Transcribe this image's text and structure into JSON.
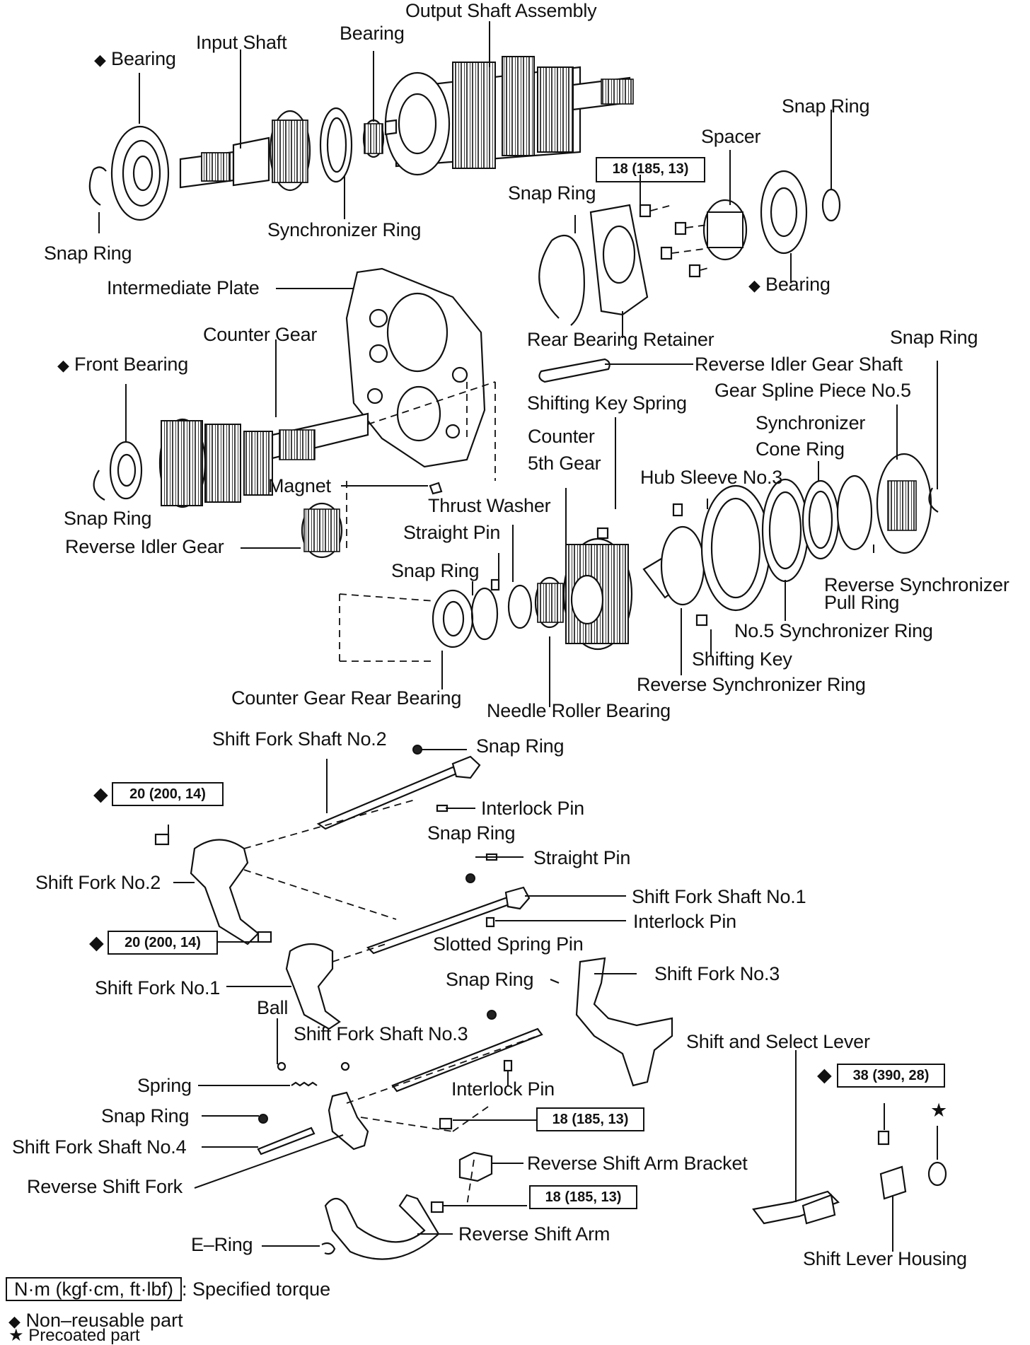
{
  "labels": {
    "output_shaft_assembly": "Output Shaft Assembly",
    "bearing_top": "Bearing",
    "input_shaft": "Input Shaft",
    "bearing_left": "Bearing",
    "snap_ring_tl": "Snap Ring",
    "synchronizer_ring": "Synchronizer Ring",
    "snap_ring_tr": "Snap Ring",
    "spacer": "Spacer",
    "snap_ring_retainer": "Snap Ring",
    "bearing_right": "Bearing",
    "intermediate_plate": "Intermediate Plate",
    "rear_bearing_retainer": "Rear Bearing Retainer",
    "counter_gear": "Counter Gear",
    "front_bearing": "Front Bearing",
    "snap_ring_right": "Snap Ring",
    "reverse_idler_gear_shaft": "Reverse Idler Gear Shaft",
    "gear_spline_piece_no5": "Gear Spline Piece No.5",
    "shifting_key_spring": "Shifting Key Spring",
    "counter_5th_gear_1": "Counter",
    "counter_5th_gear_2": "5th Gear",
    "synchronizer_cone_ring_1": "Synchronizer",
    "synchronizer_cone_ring_2": "Cone Ring",
    "hub_sleeve_no3": "Hub Sleeve No.3",
    "magnet": "Magnet",
    "thrust_washer": "Thrust Washer",
    "snap_ring_counter": "Snap Ring",
    "straight_pin_mid": "Straight Pin",
    "reverse_idler_gear": "Reverse Idler Gear",
    "snap_ring_mid": "Snap Ring",
    "reverse_synchronizer_pull_ring_1": "Reverse Synchronizer",
    "reverse_synchronizer_pull_ring_2": "Pull Ring",
    "no5_synchronizer_ring": "No.5 Synchronizer Ring",
    "shifting_key": "Shifting Key",
    "reverse_synchronizer_ring": "Reverse Synchronizer Ring",
    "counter_gear_rear_bearing": "Counter Gear Rear Bearing",
    "needle_roller_bearing": "Needle Roller Bearing",
    "shift_fork_shaft_no2": "Shift Fork Shaft No.2",
    "snap_ring_fs2": "Snap Ring",
    "interlock_pin_1": "Interlock Pin",
    "snap_ring_fs1": "Snap Ring",
    "straight_pin_fs1": "Straight Pin",
    "shift_fork_no2": "Shift Fork No.2",
    "shift_fork_shaft_no1": "Shift Fork Shaft No.1",
    "interlock_pin_2": "Interlock Pin",
    "slotted_spring_pin": "Slotted Spring Pin",
    "shift_fork_no3": "Shift Fork No.3",
    "snap_ring_fs3": "Snap Ring",
    "shift_fork_no1": "Shift Fork No.1",
    "ball": "Ball",
    "shift_fork_shaft_no3": "Shift Fork Shaft No.3",
    "shift_and_select_lever": "Shift and Select Lever",
    "spring": "Spring",
    "interlock_pin_3": "Interlock Pin",
    "snap_ring_fs4": "Snap Ring",
    "shift_fork_shaft_no4": "Shift Fork Shaft No.4",
    "reverse_shift_arm_bracket": "Reverse Shift Arm Bracket",
    "reverse_shift_fork": "Reverse Shift Fork",
    "reverse_shift_arm": "Reverse Shift Arm",
    "e_ring": "E–Ring",
    "shift_lever_housing": "Shift Lever Housing"
  },
  "torques": {
    "t_rear_retainer": "18 (185, 13)",
    "t_fork2": "20 (200, 14)",
    "t_fork1": "20 (200, 14)",
    "t_bracket_1": "18 (185, 13)",
    "t_bracket_2": "18 (185, 13)",
    "t_housing": "38 (390, 28)"
  },
  "markers": {
    "non_reusable": "◆",
    "precoated": "★"
  },
  "legend": {
    "torque_units": "N·m (kgf·cm, ft·lbf)",
    "torque_desc": ": Specified torque",
    "non_reusable": "Non–reusable part",
    "precoated": "Precoated part"
  }
}
